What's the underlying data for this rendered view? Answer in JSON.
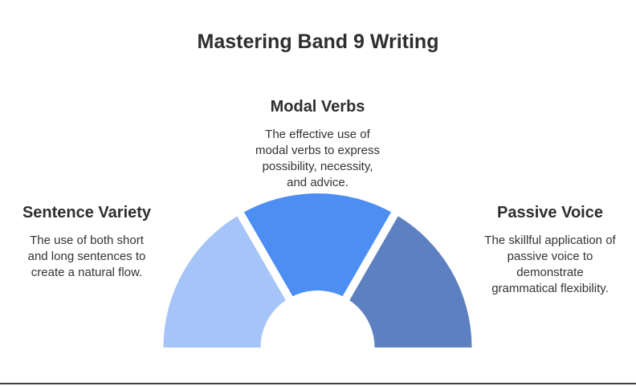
{
  "title": "Mastering Band 9 Writing",
  "divider_color": "#3d3d3d",
  "chart": {
    "type": "semicircle-donut",
    "gap_color": "#ffffff",
    "segments": [
      {
        "id": "sentence-variety",
        "label": "Sentence Variety",
        "color": "#a5c4f8",
        "description_lines": [
          "The use of both short",
          "and long sentences to",
          "create a natural flow."
        ]
      },
      {
        "id": "modal-verbs",
        "label": "Modal Verbs",
        "color": "#4d8ef3",
        "description_lines": [
          "The effective use of",
          "modal verbs to express",
          "possibility, necessity,",
          "and advice."
        ]
      },
      {
        "id": "passive-voice",
        "label": "Passive Voice",
        "color": "#5d80c0",
        "description_lines": [
          "The skillful application of",
          "passive voice to",
          "demonstrate",
          "grammatical flexibility."
        ]
      }
    ]
  }
}
